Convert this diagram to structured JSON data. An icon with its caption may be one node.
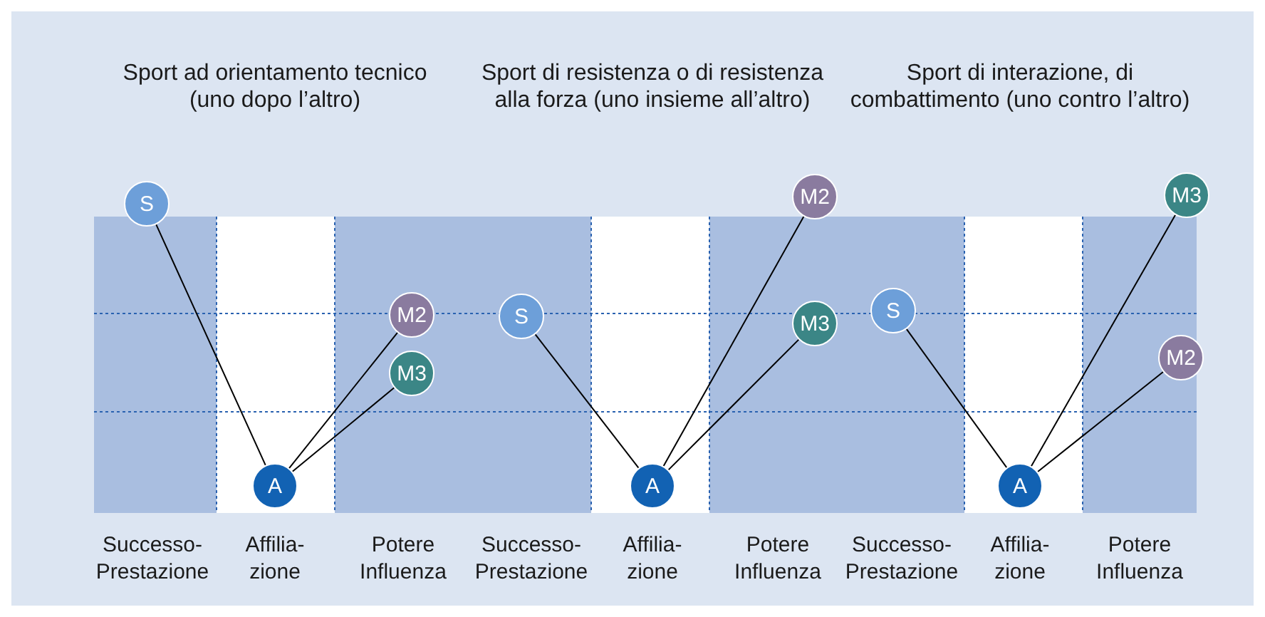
{
  "diagram": {
    "nodes": [
      {
        "text": [
          "S"
        ]
      },
      {
        "text": [
          "M2"
        ]
      },
      {
        "text": [
          "M3"
        ]
      },
      {
        "text": [
          "A"
        ]
      },
      {
        "text": [
          "M2"
        ]
      },
      {
        "text": [
          "S"
        ]
      },
      {
        "text": [
          "M3"
        ]
      },
      {
        "text": [
          "A"
        ]
      },
      {
        "text": [
          "M3"
        ]
      },
      {
        "text": [
          "S"
        ]
      },
      {
        "text": [
          "M2"
        ]
      },
      {
        "text": [
          "A"
        ]
      }
    ],
    "edges": [
      {
        "from": 0,
        "to": 3,
        "arrow": "none"
      },
      {
        "from": 1,
        "to": 3,
        "arrow": "none"
      },
      {
        "from": 2,
        "to": 3,
        "arrow": "none"
      },
      {
        "from": 4,
        "to": 7,
        "arrow": "none"
      },
      {
        "from": 5,
        "to": 7,
        "arrow": "none"
      },
      {
        "from": 6,
        "to": 7,
        "arrow": "none"
      },
      {
        "from": 8,
        "to": 11,
        "arrow": "none"
      },
      {
        "from": 9,
        "to": 11,
        "arrow": "none"
      },
      {
        "from": 10,
        "to": 11,
        "arrow": "none"
      }
    ],
    "labels": [
      "Sport ad orientamento tecnico (uno dopo l’altro)",
      "Sport di resistenza o di resistenza alla forza (uno insieme all’altro)",
      "Sport di interazione, di combattimento (uno contro l’altro)",
      "Successo- Prestazione",
      "Affilia- zione",
      "Potere Influenza",
      "Successo- Prestazione",
      "Affilia- zione",
      "Potere Influenza",
      "Successo- Prestazione",
      "Affilia- zione",
      "Potere Influenza"
    ]
  }
}
